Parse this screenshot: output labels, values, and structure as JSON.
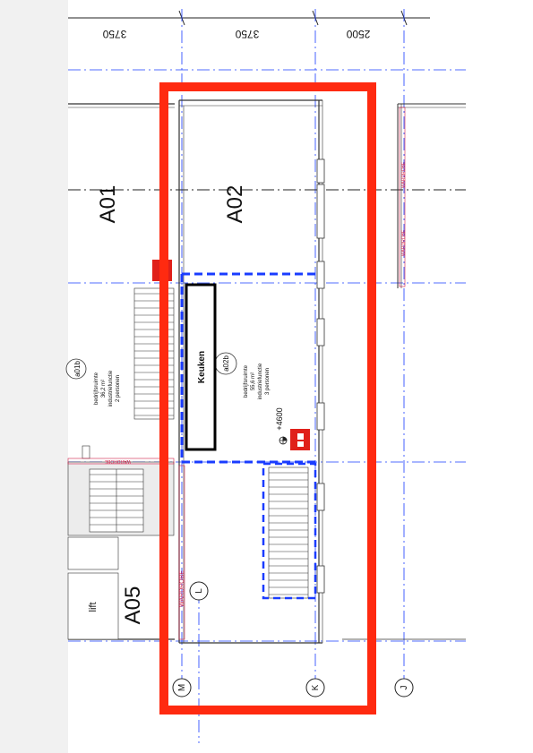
{
  "dimensions": {
    "d1": "3750",
    "d2": "3750",
    "d3": "2500"
  },
  "units": {
    "a01": "A01",
    "a02": "A02",
    "a05": "A05",
    "lift": "lift"
  },
  "rooms": {
    "a01b": {
      "code": "a01b",
      "line1": "bedrijfsruimte",
      "line2": "36,2 m²",
      "line3": "industriefunctie",
      "line4": "2 personen"
    },
    "a02b": {
      "code": "a02b",
      "line1": "bedrijfsruimte",
      "line2": "55,6 m²",
      "line3": "industriefunctie",
      "line4": "3 personen"
    }
  },
  "keuken": "Keuken",
  "level": "+4600",
  "wardrobe": "WARDROBE",
  "grid": {
    "m": "M",
    "l": "L",
    "k": "K",
    "j": "J"
  },
  "colors": {
    "highlight": "#ff2a10",
    "grid": "#1a3cff",
    "dash": "#1a3cff",
    "wardrobe": "#d0204a",
    "fire": "#e0201a"
  }
}
